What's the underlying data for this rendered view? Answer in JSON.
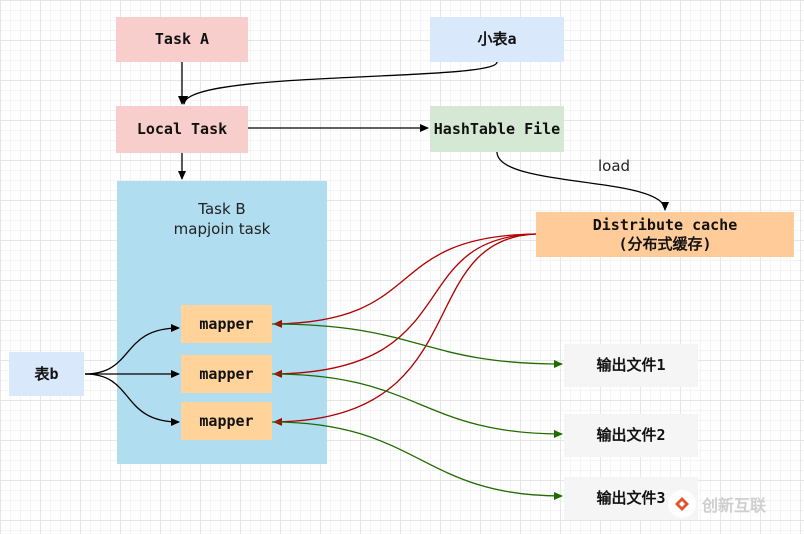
{
  "nodes": {
    "task_a": "Task A",
    "small_table": "小表a",
    "local_task": "Local Task",
    "hashtable_file": "HashTable File",
    "distribute_cache_line1": "Distribute cache",
    "distribute_cache_line2": "(分布式缓存)",
    "task_b_line1": "Task B",
    "task_b_line2": "mapjoin task",
    "mapper_1": "mapper",
    "mapper_2": "mapper",
    "mapper_3": "mapper",
    "table_b": "表b",
    "output_1": "输出文件1",
    "output_2": "输出文件2",
    "output_3": "输出文件3"
  },
  "edges": {
    "load_label": "load"
  },
  "watermark": {
    "text": "创新互联"
  },
  "colors": {
    "pink": "#f8cecc",
    "blue": "#dae8fc",
    "green": "#d5e8d4",
    "orange": "#ffcc99",
    "container": "#b1ddf0",
    "output": "#f5f5f5",
    "cache_edge": "#b20000",
    "output_edge": "#1f6b00"
  }
}
